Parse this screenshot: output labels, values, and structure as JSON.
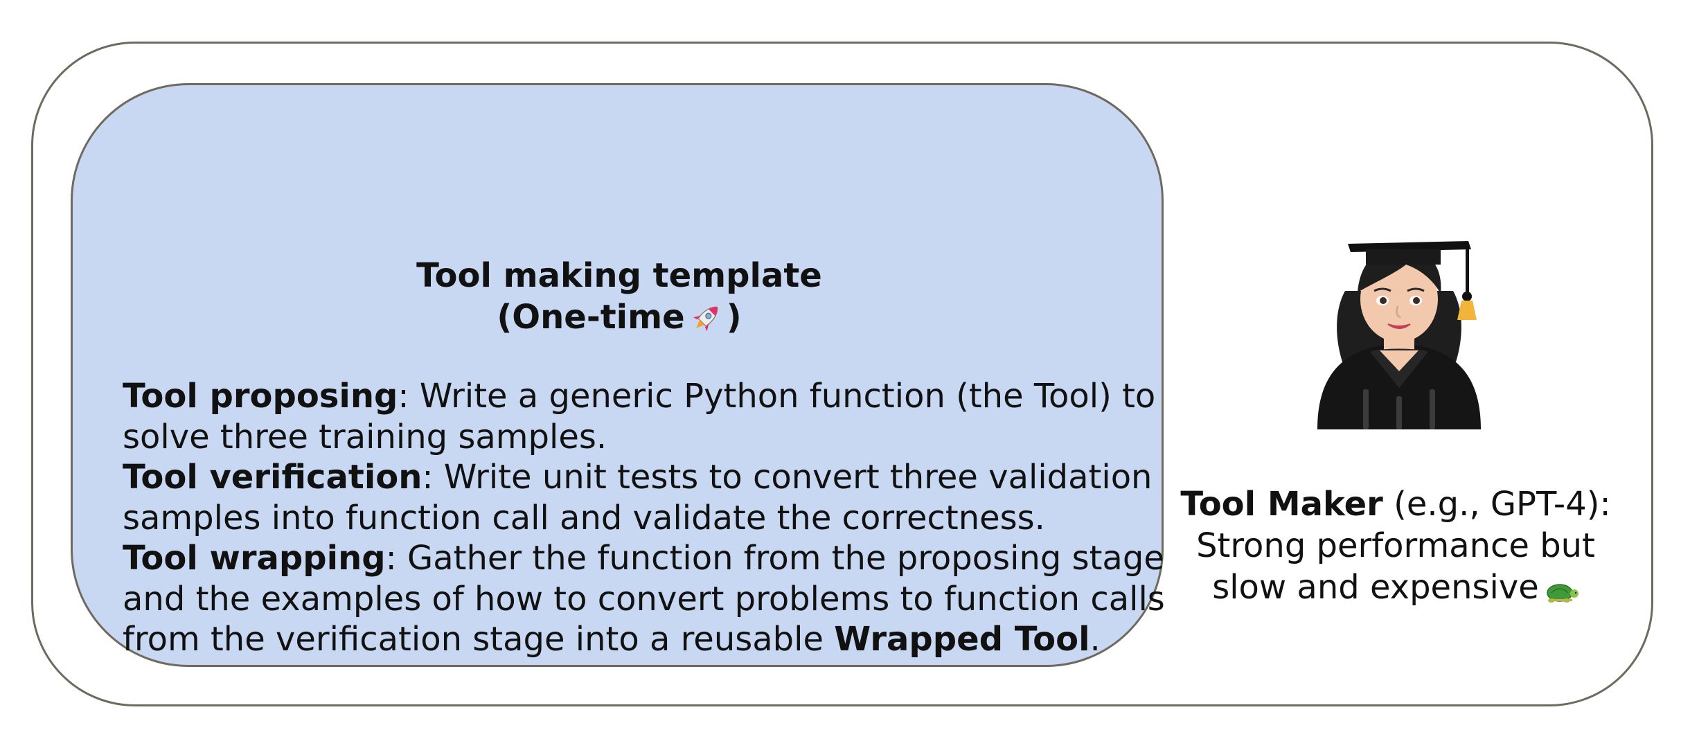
{
  "template": {
    "title_line1": "Tool making template",
    "title_line2": "(One-time",
    "title_close": ")",
    "title_icon": "rocket-icon",
    "steps": [
      {
        "term": "Tool proposing",
        "line1": ": Write a generic Python function (the Tool) to",
        "line2": "solve three training samples."
      },
      {
        "term": "Tool verification",
        "line1": ": Write unit tests to convert three validation",
        "line2": "samples into function call and validate the correctness."
      },
      {
        "term": "Tool wrapping",
        "line1": ": Gather the function from the proposing stage",
        "line2": "and the examples of how to convert problems to function calls",
        "line3": "from the verification stage into a reusable ",
        "line3_bold": "Wrapped Tool",
        "line3_end": "."
      }
    ]
  },
  "maker": {
    "icon": "graduate-woman-icon",
    "name": "Tool Maker",
    "name_suffix": " (e.g., GPT-4):",
    "line2": "Strong performance but",
    "line3": "slow and expensive",
    "line3_icon": "turtle-icon"
  },
  "colors": {
    "panel_fill": "#c9d8f2",
    "border": "#6f6a60",
    "background": "#ffffff"
  }
}
